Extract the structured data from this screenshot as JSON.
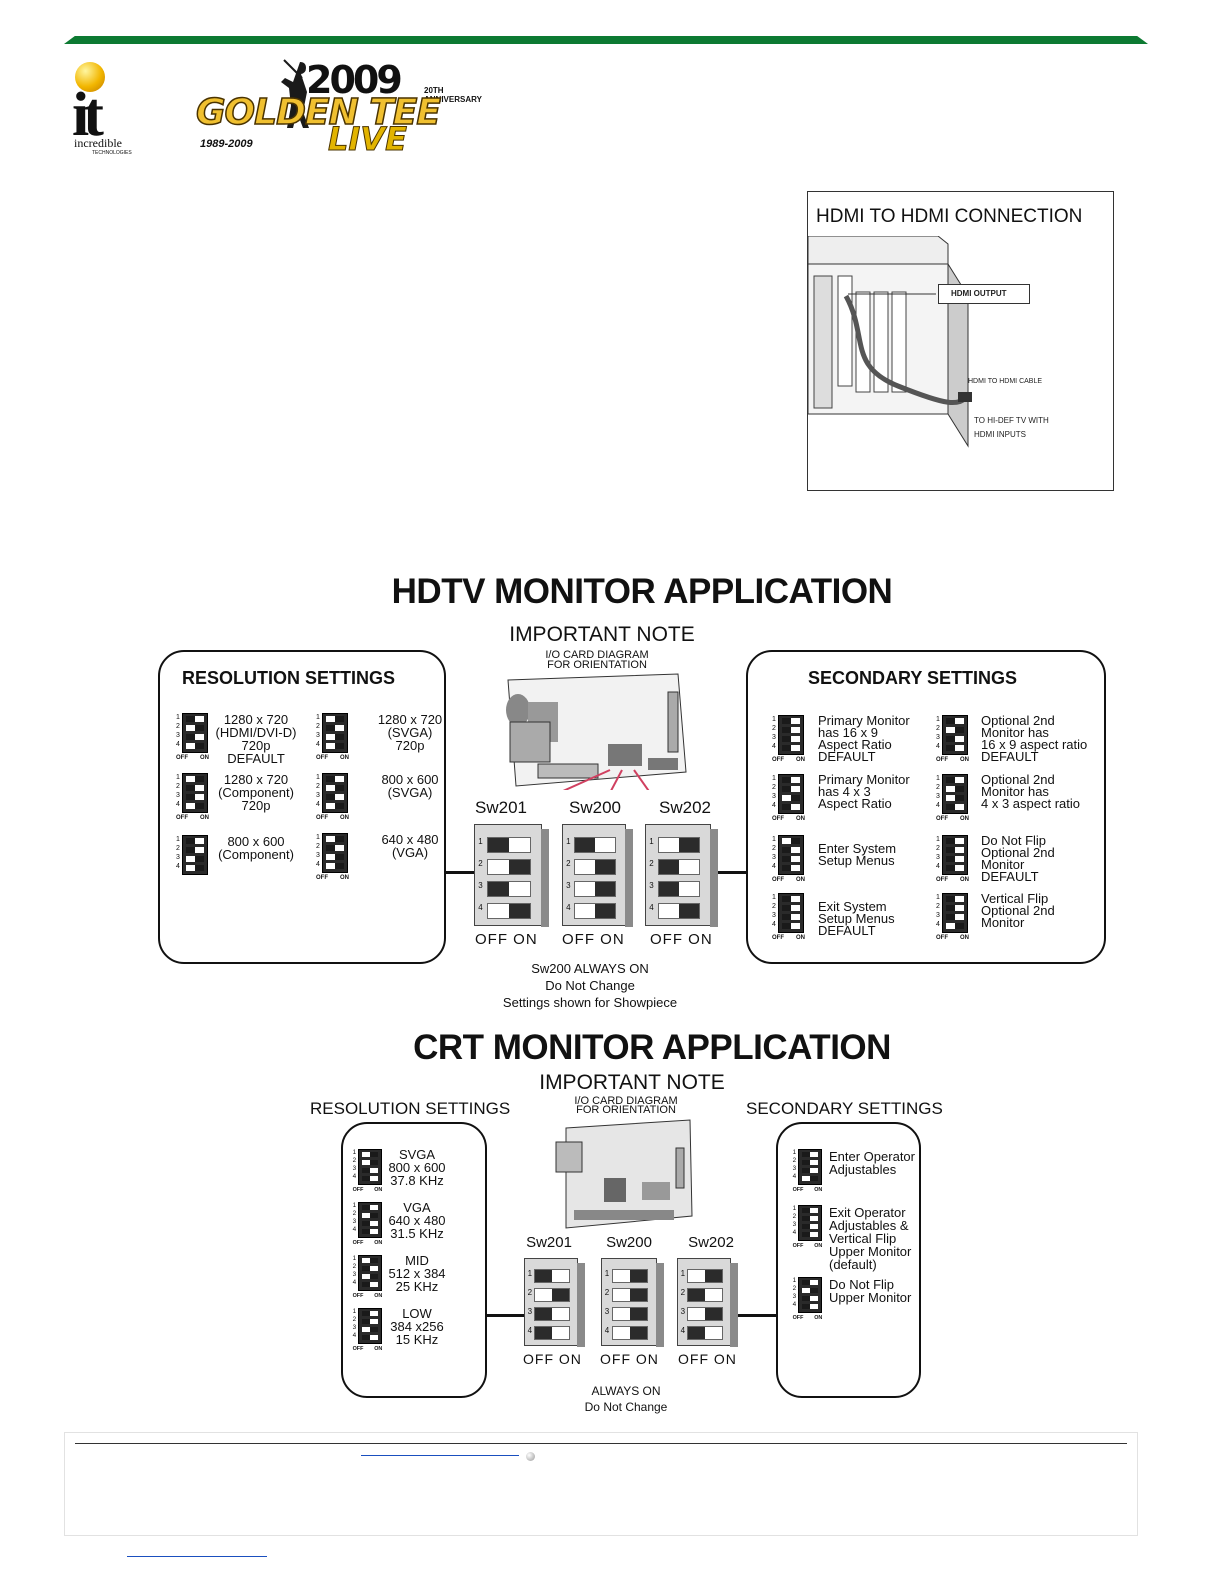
{
  "header": {
    "it_logo": {
      "letters": "it",
      "word": "incredible",
      "sub": "TECHNOLOGIES"
    },
    "gt_logo": {
      "year": "2009",
      "anniversary": "20TH ANNIVERSARY",
      "golden_tee": "GOLDEN TEE",
      "live": "LIVE",
      "years": "1989-2009"
    }
  },
  "hdmi": {
    "title": "HDMI TO HDMI CONNECTION",
    "output_label": "HDMI OUTPUT",
    "cable_label": "HDMI  TO HDMI CABLE",
    "tv_label_1": "TO HI-DEF TV WITH",
    "tv_label_2": "HDMI INPUTS"
  },
  "hdtv": {
    "title": "HDTV MONITOR APPLICATION",
    "note": "IMPORTANT NOTE",
    "diagram_1": "I/O CARD DIAGRAM",
    "diagram_2": "FOR ORIENTATION",
    "resolution_title": "RESOLUTION SETTINGS",
    "secondary_title": "SECONDARY SETTINGS",
    "res_items": [
      {
        "l1": "1280 x 720",
        "l2": "(HDMI/DVI-D)",
        "l3": "720p",
        "l4": "DEFAULT"
      },
      {
        "l1": "1280 x 720",
        "l2": "(SVGA)",
        "l3": "720p",
        "l4": ""
      },
      {
        "l1": "1280 x 720",
        "l2": "(Component)",
        "l3": "720p",
        "l4": ""
      },
      {
        "l1": "800 x 600",
        "l2": "(SVGA)",
        "l3": "",
        "l4": ""
      },
      {
        "l1": "800 x 600",
        "l2": "(Component)",
        "l3": "",
        "l4": ""
      },
      {
        "l1": "640 x 480",
        "l2": "(VGA)",
        "l3": "",
        "l4": ""
      }
    ],
    "sec_items": [
      {
        "l1": "Primary Monitor",
        "l2": "has 16 x 9",
        "l3": "Aspect Ratio",
        "l4": "DEFAULT"
      },
      {
        "l1": "Optional 2nd",
        "l2": "Monitor has",
        "l3": "16 x 9 aspect ratio",
        "l4": "DEFAULT"
      },
      {
        "l1": "Primary Monitor",
        "l2": "has 4 x 3",
        "l3": "Aspect Ratio",
        "l4": ""
      },
      {
        "l1": "Optional 2nd",
        "l2": "Monitor has",
        "l3": "4 x 3 aspect ratio",
        "l4": ""
      },
      {
        "l1": "Enter System",
        "l2": "Setup Menus",
        "l3": "",
        "l4": ""
      },
      {
        "l1": "Do Not Flip",
        "l2": "Optional 2nd",
        "l3": "Monitor",
        "l4": "DEFAULT"
      },
      {
        "l1": "Exit System",
        "l2": "Setup Menus",
        "l3": "DEFAULT",
        "l4": ""
      },
      {
        "l1": "Vertical Flip",
        "l2": "Optional 2nd",
        "l3": "Monitor",
        "l4": ""
      }
    ],
    "switches": [
      "Sw201",
      "Sw200",
      "Sw202"
    ],
    "offon": "OFF ON",
    "caption_1": "Sw200 ALWAYS ON",
    "caption_2": "Do Not Change",
    "caption_3": "Settings shown for Showpiece"
  },
  "crt": {
    "title": "CRT MONITOR APPLICATION",
    "note": "IMPORTANT NOTE",
    "diagram_1": "I/O CARD DIAGRAM",
    "diagram_2": "FOR ORIENTATION",
    "resolution_title": "RESOLUTION SETTINGS",
    "secondary_title": "SECONDARY SETTINGS",
    "res_items": [
      {
        "l1": "SVGA",
        "l2": "800 x 600",
        "l3": "37.8 KHz"
      },
      {
        "l1": "VGA",
        "l2": "640 x 480",
        "l3": "31.5 KHz"
      },
      {
        "l1": "MID",
        "l2": "512 x 384",
        "l3": "25 KHz"
      },
      {
        "l1": "LOW",
        "l2": "384 x256",
        "l3": "15 KHz"
      }
    ],
    "sec_items": [
      {
        "l1": "Enter Operator",
        "l2": "Adjustables",
        "l3": "",
        "l4": "",
        "l5": ""
      },
      {
        "l1": "Exit Operator",
        "l2": "Adjustables &",
        "l3": "Vertical Flip",
        "l4": "Upper Monitor",
        "l5": "(default)"
      },
      {
        "l1": "Do Not  Flip",
        "l2": "Upper Monitor",
        "l3": "",
        "l4": "",
        "l5": ""
      }
    ],
    "switches": [
      "Sw201",
      "Sw200",
      "Sw202"
    ],
    "offon": "OFF ON",
    "caption_1": "ALWAYS ON",
    "caption_2": "Do Not Change"
  },
  "dip": {
    "off": "OFF",
    "on": "ON",
    "n1": "1",
    "n2": "2",
    "n3": "3",
    "n4": "4"
  }
}
